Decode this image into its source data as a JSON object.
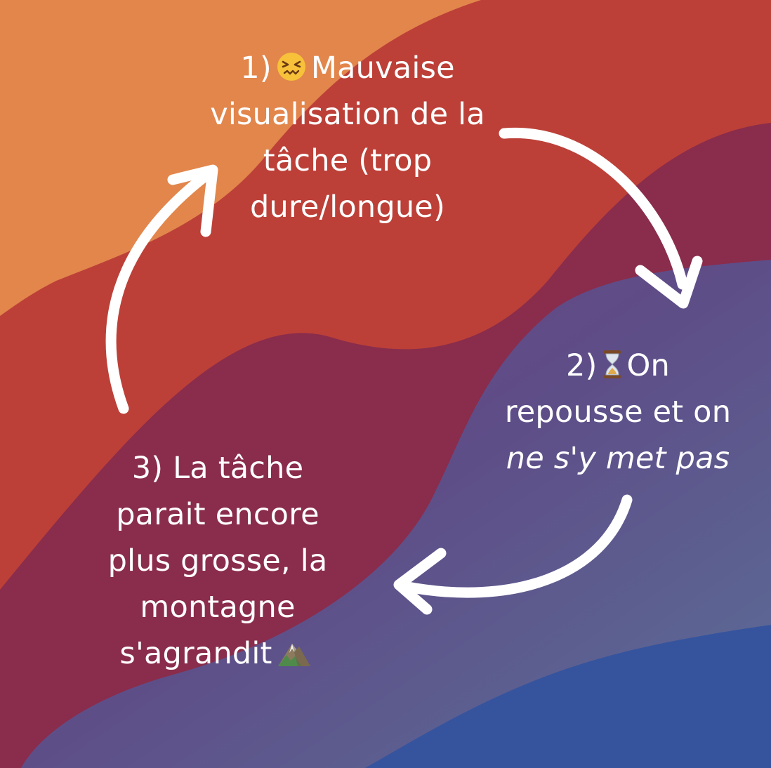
{
  "steps": {
    "step1": {
      "prefix": "1)",
      "icon": "confounded-face-icon",
      "line1": "Mauvaise",
      "rest": "visualisation de la\ntâche (trop\ndure/longue)"
    },
    "step2": {
      "prefix": "2)",
      "icon": "hourglass-icon",
      "line1": "On",
      "line2": "repousse et on",
      "emphasis": "ne s'y met pas"
    },
    "step3": {
      "text": "3) La tâche\nparait encore\nplus grosse, la\nmontagne\ns'agrandit",
      "icon": "mountain-icon"
    }
  },
  "arrows": [
    "arrow-step1-to-step2",
    "arrow-step2-to-step3",
    "arrow-step3-to-step1"
  ],
  "colors": {
    "orange": "#e2864c",
    "red": "#bc4038",
    "maroon": "#8a2c4c",
    "purple": "#5e4a86",
    "slate": "#5a6c96",
    "blue": "#36549e",
    "arrow": "#ffffff"
  }
}
